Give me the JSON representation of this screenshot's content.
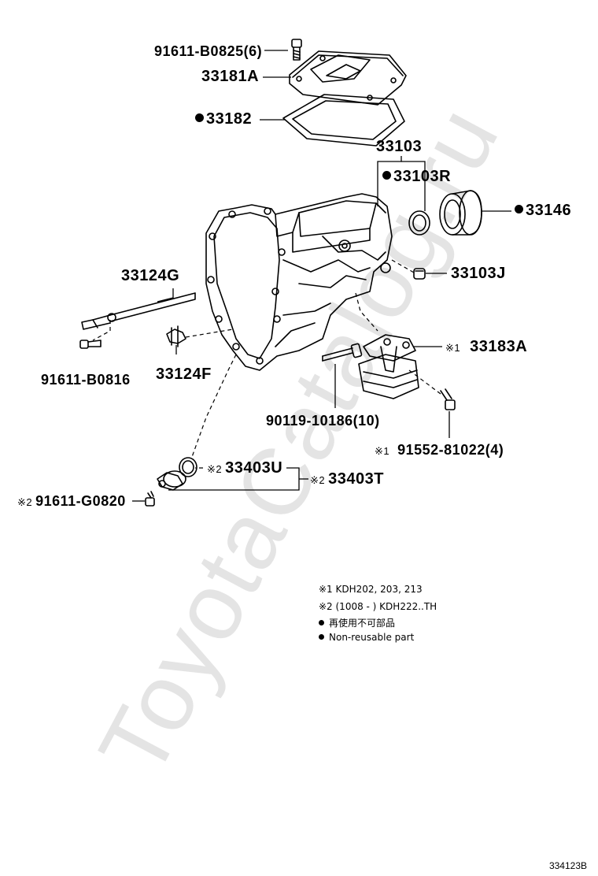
{
  "watermark": "ToyotaCatalog.ru",
  "diagram_code": "334123B",
  "parts": {
    "bolt_top": "91611-B0825(6)",
    "cover_33181A": "33181A",
    "gasket_33182": "33182",
    "case_33103": "33103",
    "seal_33103R": "33103R",
    "ring_33146": "33146",
    "plug_33103J": "33103J",
    "rod_33124G": "33124G",
    "bolt_left": "91611-B0816",
    "clip_33124F": "33124F",
    "mount_33183A": "33183A",
    "bolt_90119": "90119-10186(10)",
    "bolt_91552": "91552-81022(4)",
    "oring_33403U": "33403U",
    "sensor_33403T": "33403T",
    "bolt_g0820": "91611-G0820"
  },
  "marks": {
    "m1": "※1",
    "m2": "※2"
  },
  "notes": {
    "n1": "※1 KDH202, 203, 213",
    "n2": "※2 (1008 -        ) KDH222..TH",
    "n3_jp": "再使用不可部品",
    "n4_en": "Non-reusable part"
  }
}
